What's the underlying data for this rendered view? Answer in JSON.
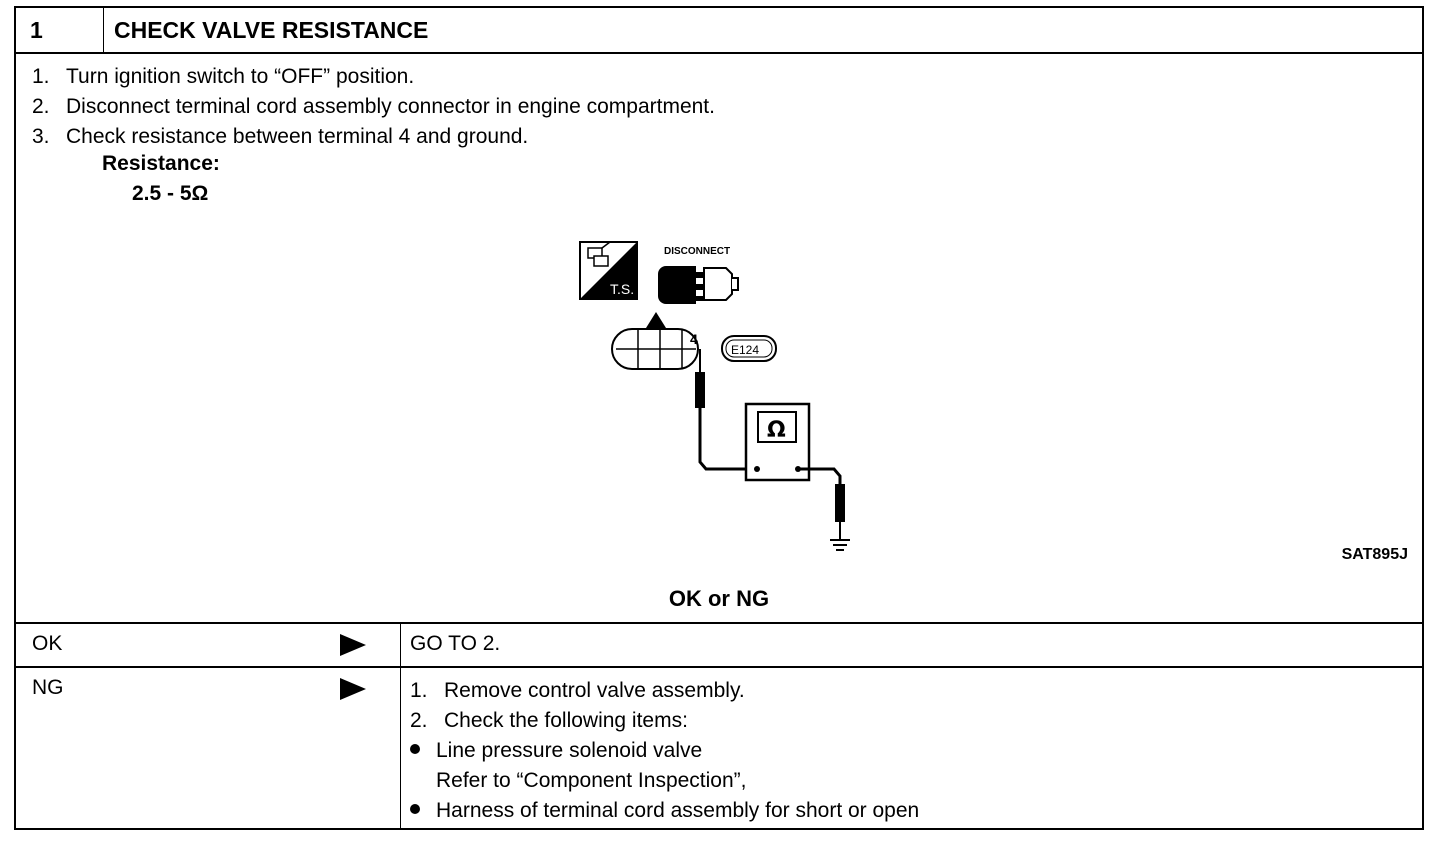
{
  "header": {
    "step_number": "1",
    "title": "CHECK VALVE RESISTANCE"
  },
  "procedure": {
    "steps": [
      {
        "num": "1.",
        "text": "Turn ignition switch to “OFF” position."
      },
      {
        "num": "2.",
        "text": "Disconnect terminal cord assembly connector in engine compartment."
      },
      {
        "num": "3.",
        "text": "Check resistance between terminal 4 and ground."
      }
    ],
    "spec_label": "Resistance:",
    "spec_value": "2.5 - 5Ω"
  },
  "diagram": {
    "icon_ts_label": "T.S.",
    "disconnect_label": "DISCONNECT",
    "terminal_label": "4",
    "connector_id": "E124",
    "meter_symbol": "Ω",
    "figure_code": "SAT895J"
  },
  "judgement": {
    "prompt": "OK or NG",
    "results": [
      {
        "label": "OK",
        "action": "GO TO 2."
      },
      {
        "label": "NG",
        "actions": [
          {
            "num": "1.",
            "text": "Remove control valve assembly."
          },
          {
            "num": "2.",
            "text": "Check the following items:"
          }
        ],
        "items": [
          {
            "text": "Line pressure solenoid valve",
            "sub": "Refer to “Component Inspection”,"
          },
          {
            "text": "Harness of terminal cord assembly for short or open"
          }
        ]
      }
    ]
  }
}
